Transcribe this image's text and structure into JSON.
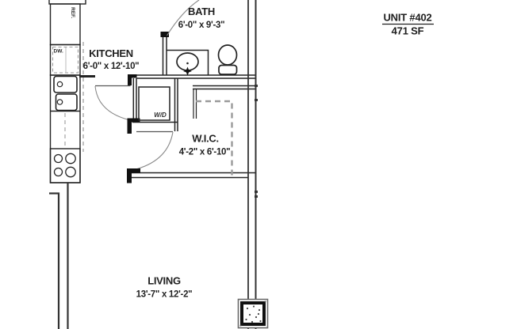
{
  "unit": {
    "title": "UNIT #402",
    "area": "471 SF"
  },
  "rooms": [
    {
      "name": "BATH",
      "dims": "6'-0\" x 9'-3\""
    },
    {
      "name": "KITCHEN",
      "dims": "6'-0\" x 12'-10\""
    },
    {
      "name": "W.I.C.",
      "dims": "4'-2\" x 6'-10\""
    },
    {
      "name": "LIVING",
      "dims": "13'-7\" x 12'-2\""
    }
  ],
  "fixtures": {
    "refrigerator": "REF.",
    "dishwasher": "DW.",
    "washer_dryer": "W/D"
  },
  "colors": {
    "wall": "#1e1e1e",
    "door_arc": "#8a8a8a",
    "dashed_line": "#9a9a9a",
    "background": "#ffffff"
  }
}
